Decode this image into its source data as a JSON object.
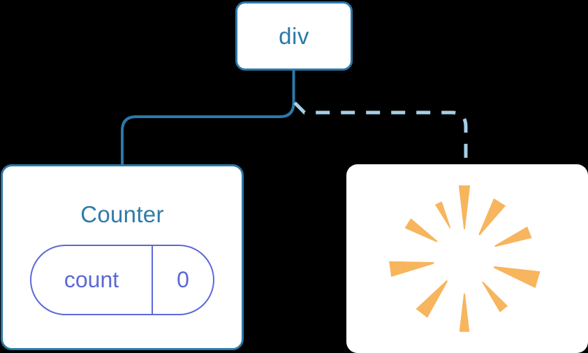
{
  "diagram": {
    "type": "component-tree",
    "background_color": "#000000",
    "node_fill": "#ffffff",
    "border_color": "#2b79a9",
    "text_color": "#2f7ba8",
    "state_color": "#5c68d8",
    "burst_color": "#f7b55d",
    "dashed_edge_color": "#a6cfe6"
  },
  "nodes": {
    "root": {
      "label": "div",
      "name": "div-node"
    },
    "counter": {
      "label": "Counter",
      "name": "counter-node",
      "state": {
        "key": "count",
        "value": "0"
      }
    },
    "burst": {
      "name": "burst-node",
      "icon": "sparkle-burst-icon",
      "ray_count": 10
    }
  },
  "edges": [
    {
      "name": "edge-div-to-counter",
      "from": "div",
      "to": "Counter",
      "style": "solid",
      "color": "#2b79a9"
    },
    {
      "name": "edge-div-to-burst",
      "from": "div",
      "to": "burst",
      "style": "dashed",
      "color": "#a6cfe6"
    }
  ],
  "burst_rays": [
    {
      "angle": -90,
      "inner": 42,
      "outer": 105,
      "half_width_deg": 4.5
    },
    {
      "angle": -58,
      "inner": 40,
      "outer": 96,
      "half_width_deg": 6.0
    },
    {
      "angle": -22,
      "inner": 47,
      "outer": 101,
      "half_width_deg": 5.0
    },
    {
      "angle": 16,
      "inner": 44,
      "outer": 110,
      "half_width_deg": 6.5
    },
    {
      "angle": 52,
      "inner": 42,
      "outer": 92,
      "half_width_deg": 4.5
    },
    {
      "angle": 90,
      "inner": 50,
      "outer": 105,
      "half_width_deg": 4.0
    },
    {
      "angle": 128,
      "inner": 40,
      "outer": 100,
      "half_width_deg": 6.0
    },
    {
      "angle": 172,
      "inner": 44,
      "outer": 108,
      "half_width_deg": 6.0
    },
    {
      "angle": 212,
      "inner": 46,
      "outer": 96,
      "half_width_deg": 5.0
    },
    {
      "angle": -115,
      "inner": 48,
      "outer": 88,
      "half_width_deg": 3.5
    }
  ]
}
